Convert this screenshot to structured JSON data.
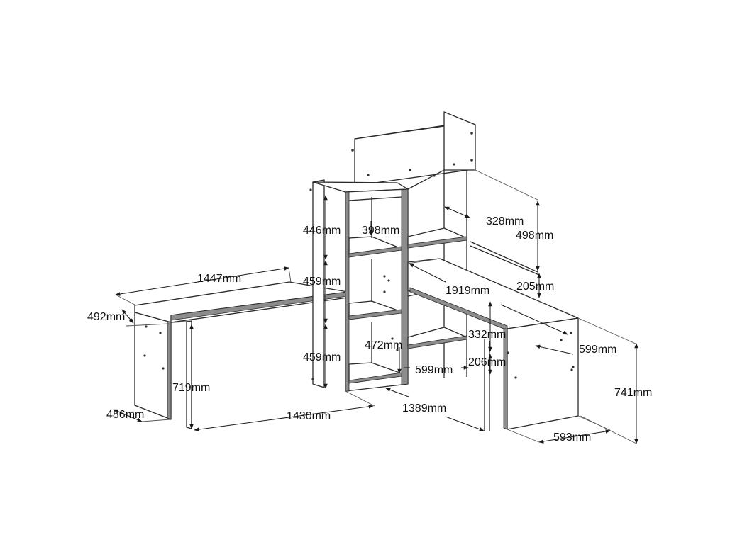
{
  "dimensions": {
    "d1447": "1447mm",
    "d492": "492mm",
    "d719": "719mm",
    "d486": "486mm",
    "d1430": "1430mm",
    "d446": "446mm",
    "d459_upper": "459mm",
    "d459_lower": "459mm",
    "d398": "398mm",
    "d472": "472mm",
    "d599_mid": "599mm",
    "d1389": "1389mm",
    "d328": "328mm",
    "d498": "498mm",
    "d205": "205mm",
    "d1919": "1919mm",
    "d332": "332mm",
    "d206": "206mm",
    "d599_right": "599mm",
    "d741": "741mm",
    "d593": "593mm"
  }
}
